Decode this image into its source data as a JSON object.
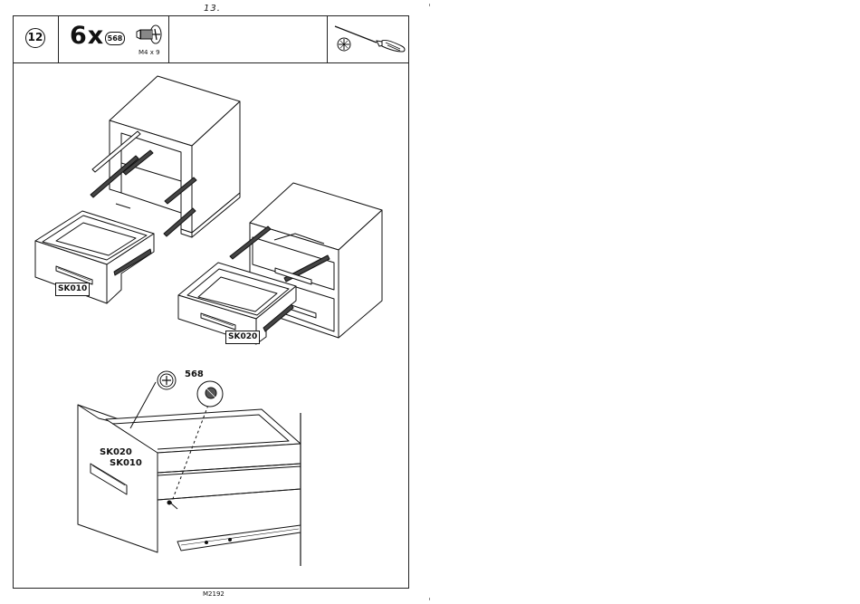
{
  "page": {
    "number": "13.",
    "doc_code": "M2192"
  },
  "step": {
    "number": "12",
    "quantity": "6x",
    "part_number": "568",
    "screw_spec": "M4 x 9"
  },
  "labels": {
    "drawer_small": "SK010",
    "drawer_large": "SK020",
    "screw_callout": "568",
    "detail_sk020": "SK020",
    "detail_sk010": "SK010"
  },
  "icons": {
    "tool": "screwdriver-icon",
    "bit": "phillips-bit-icon",
    "screw": "screw-icon"
  }
}
